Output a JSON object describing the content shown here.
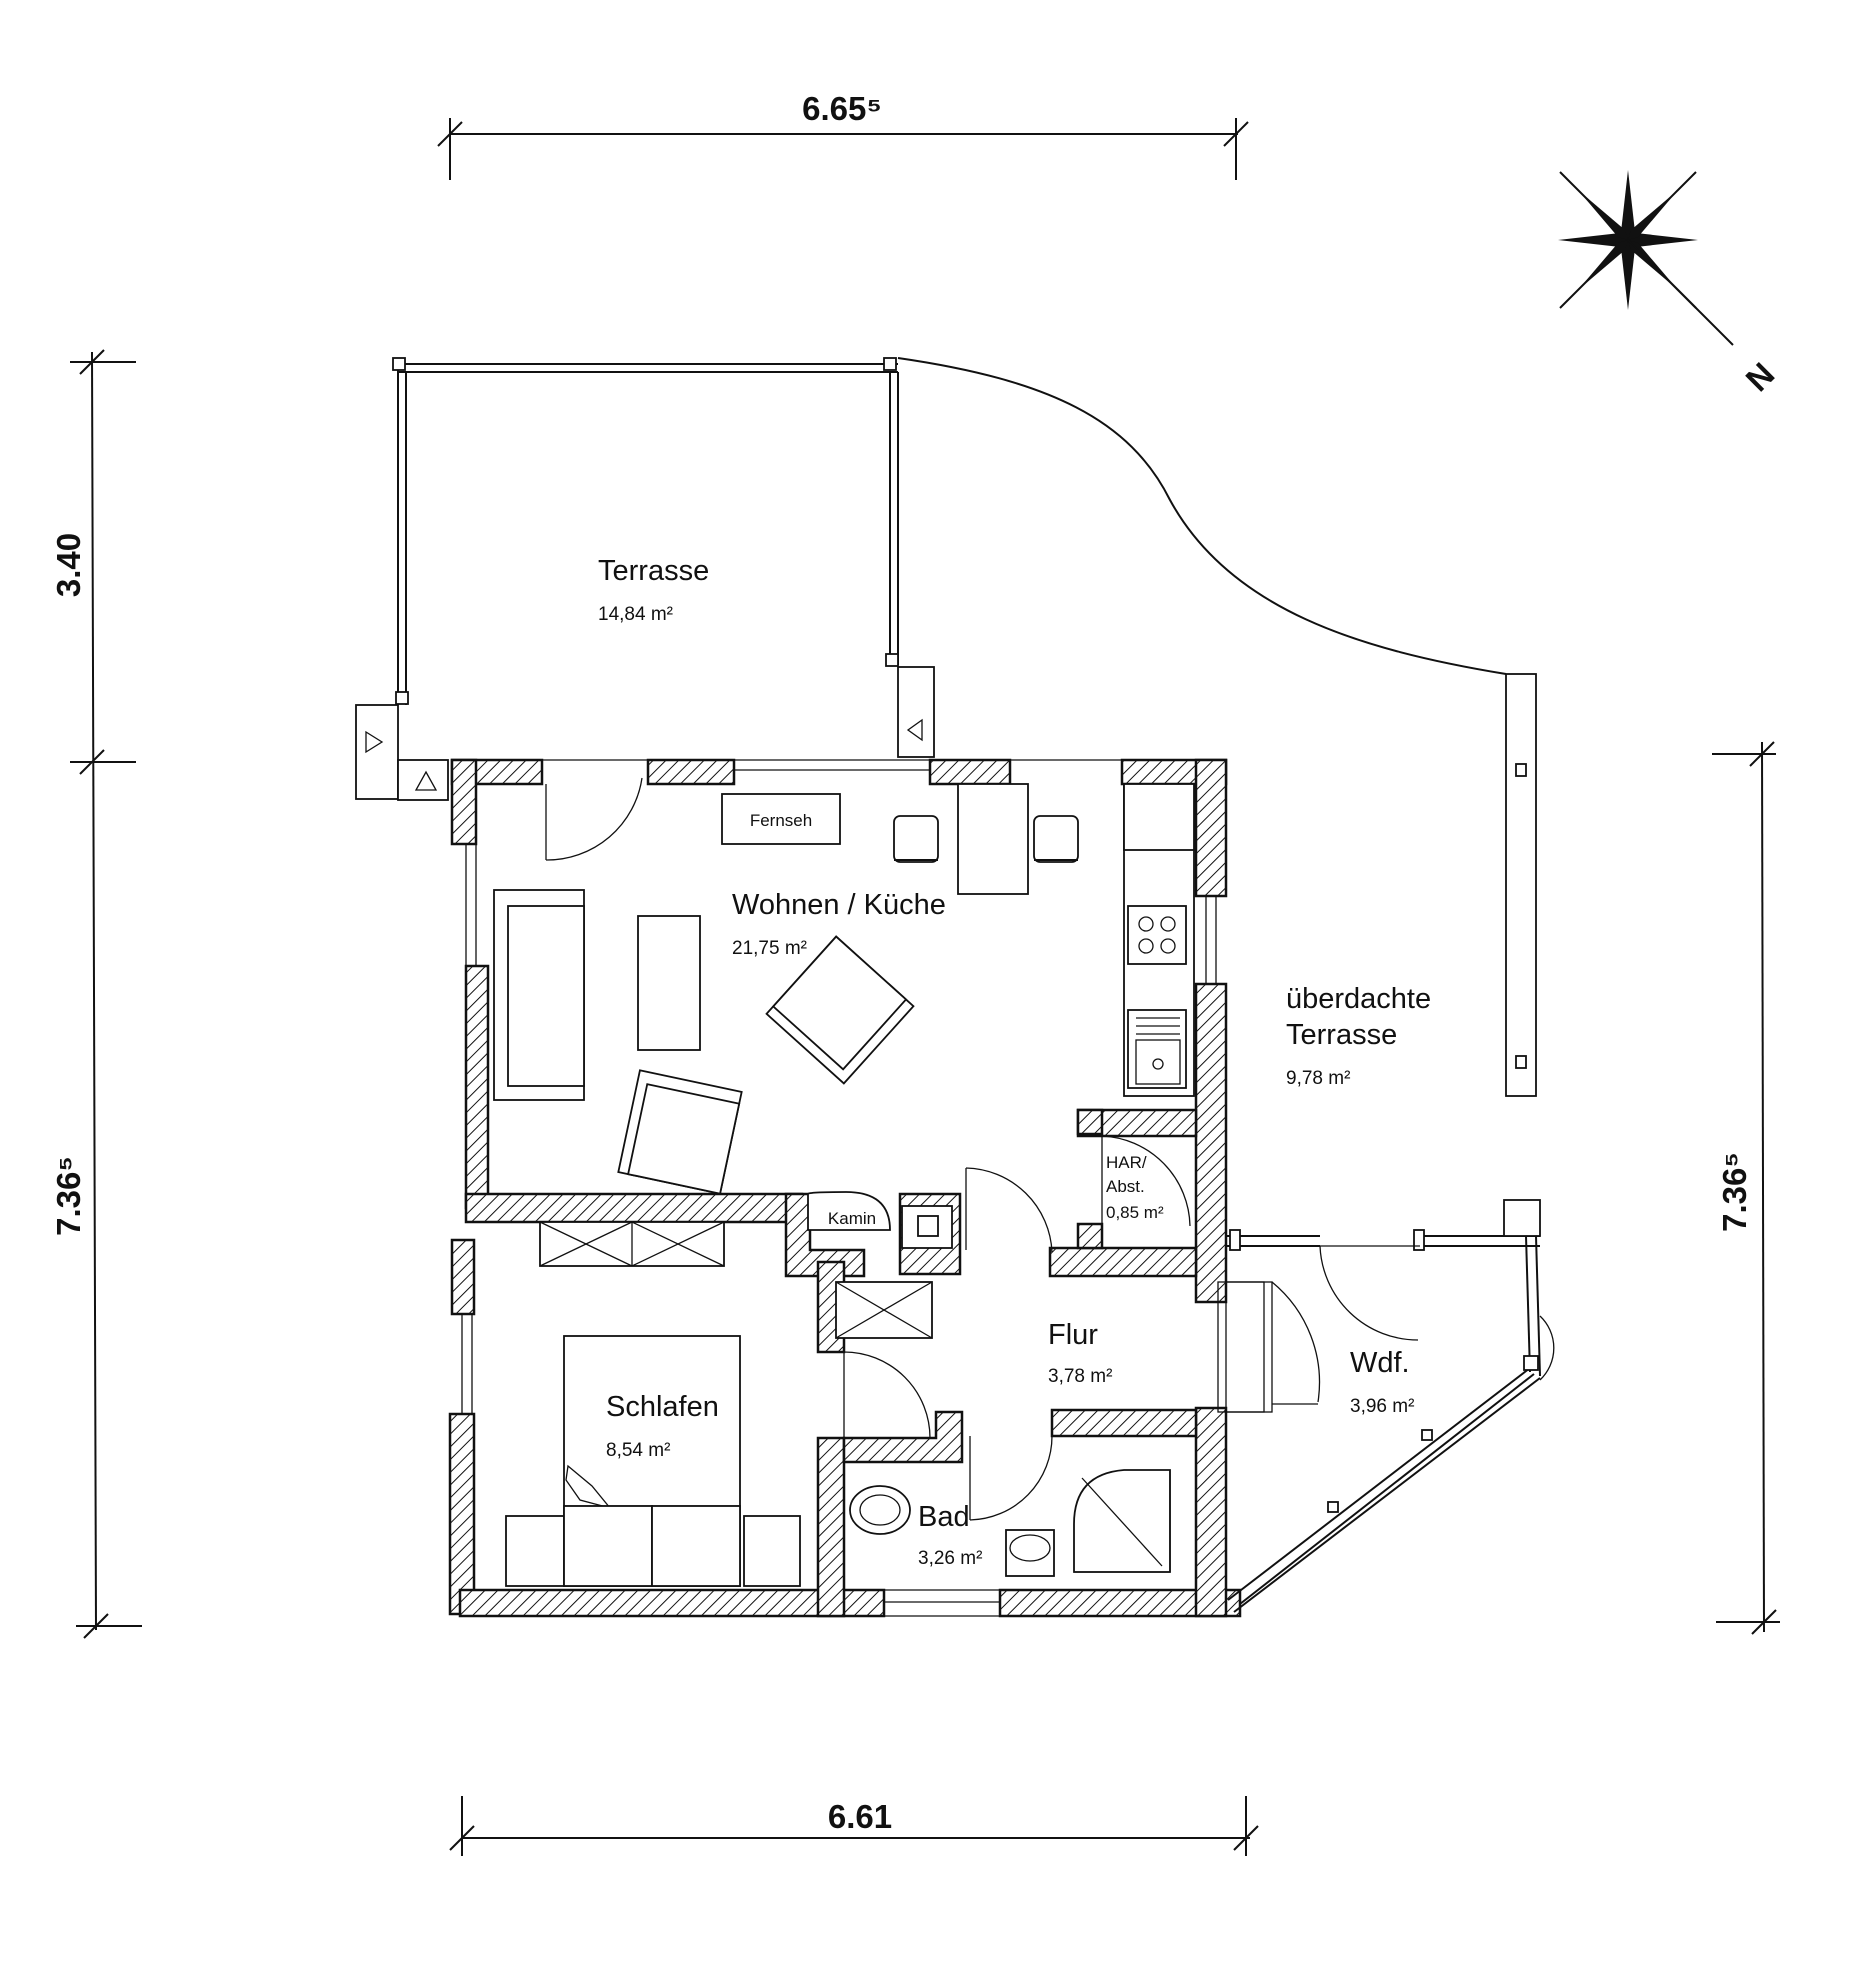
{
  "rooms": {
    "terrasse": {
      "name": "Terrasse",
      "area": "14,84 m²"
    },
    "wohnen": {
      "name": "Wohnen / Küche",
      "area": "21,75 m²"
    },
    "ueberdachte": {
      "name_line1": "überdachte",
      "name_line2": "Terrasse",
      "area": "9,78 m²"
    },
    "har": {
      "name_line1": "HAR/",
      "name_line2": "Abst.",
      "area": "0,85 m²"
    },
    "flur": {
      "name": "Flur",
      "area": "3,78 m²"
    },
    "wdf": {
      "name": "Wdf.",
      "area": "3,96 m²"
    },
    "schlafen": {
      "name": "Schlafen",
      "area": "8,54 m²"
    },
    "bad": {
      "name": "Bad",
      "area": "3,26 m²"
    }
  },
  "furniture": {
    "tv_label": "Fernseh",
    "fireplace_label": "Kamin"
  },
  "dimensions": {
    "top": "6.65⁵",
    "bottom": "6.61",
    "left_upper": "3.40",
    "left_lower": "7.36⁵",
    "right": "7.36⁵"
  },
  "compass": {
    "label": "N"
  }
}
